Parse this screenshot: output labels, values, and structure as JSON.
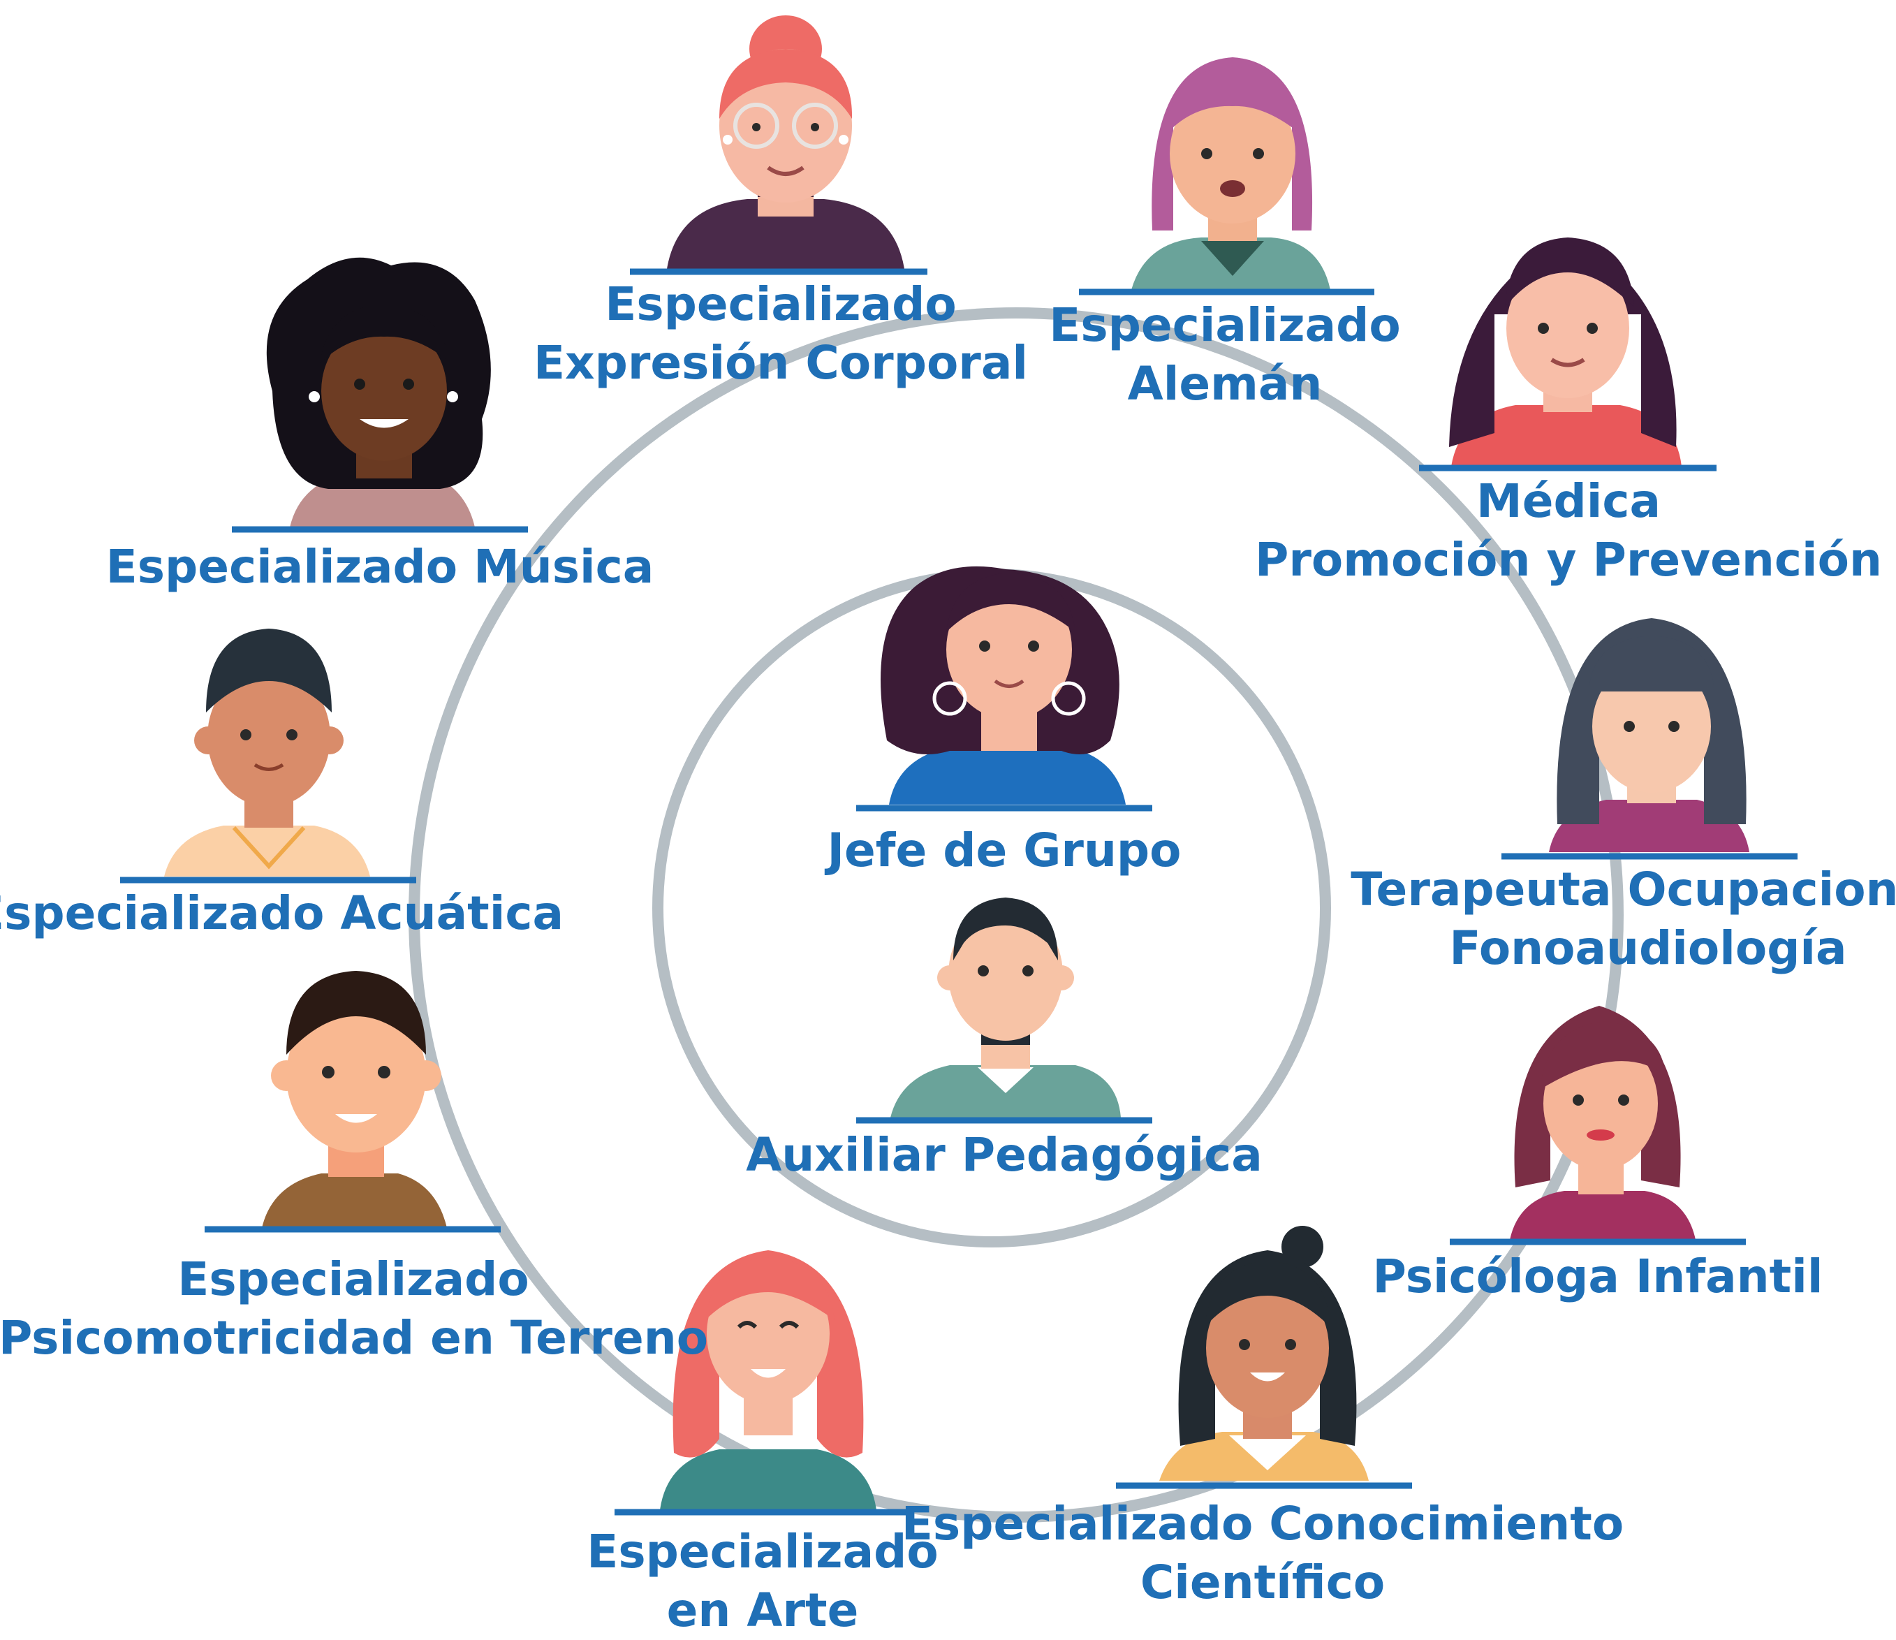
{
  "center": {
    "roles": [
      {
        "id": "jefe-de-grupo",
        "lines": [
          "Jefe de Grupo"
        ]
      },
      {
        "id": "auxiliar-pedagogica",
        "lines": [
          "Auxiliar Pedagógica"
        ]
      }
    ]
  },
  "ring": {
    "roles": [
      {
        "id": "expresion-corporal",
        "lines": [
          "Especializado",
          "Expresión Corporal"
        ]
      },
      {
        "id": "aleman",
        "lines": [
          "Especializado",
          "Alemán"
        ]
      },
      {
        "id": "medica",
        "lines": [
          "Médica",
          "Promoción y Prevención"
        ]
      },
      {
        "id": "terapeuta",
        "lines": [
          "Terapeuta Ocupacional",
          "Fonoaudiología"
        ]
      },
      {
        "id": "psicologa",
        "lines": [
          "Psicóloga Infantil"
        ]
      },
      {
        "id": "conocimiento-cientifico",
        "lines": [
          "Especializado Conocimiento",
          "Científico"
        ]
      },
      {
        "id": "arte",
        "lines": [
          "Especializado",
          "en Arte"
        ]
      },
      {
        "id": "psicomotricidad",
        "lines": [
          "Especializado",
          "Psicomotricidad en Terreno"
        ]
      },
      {
        "id": "acuatica",
        "lines": [
          "Especializado Acuática"
        ]
      },
      {
        "id": "musica",
        "lines": [
          "Especializado Música"
        ]
      }
    ]
  },
  "colors": {
    "label": "#1f6fb6",
    "ring": "#b5bec4",
    "underline": "#1f6fb6"
  }
}
